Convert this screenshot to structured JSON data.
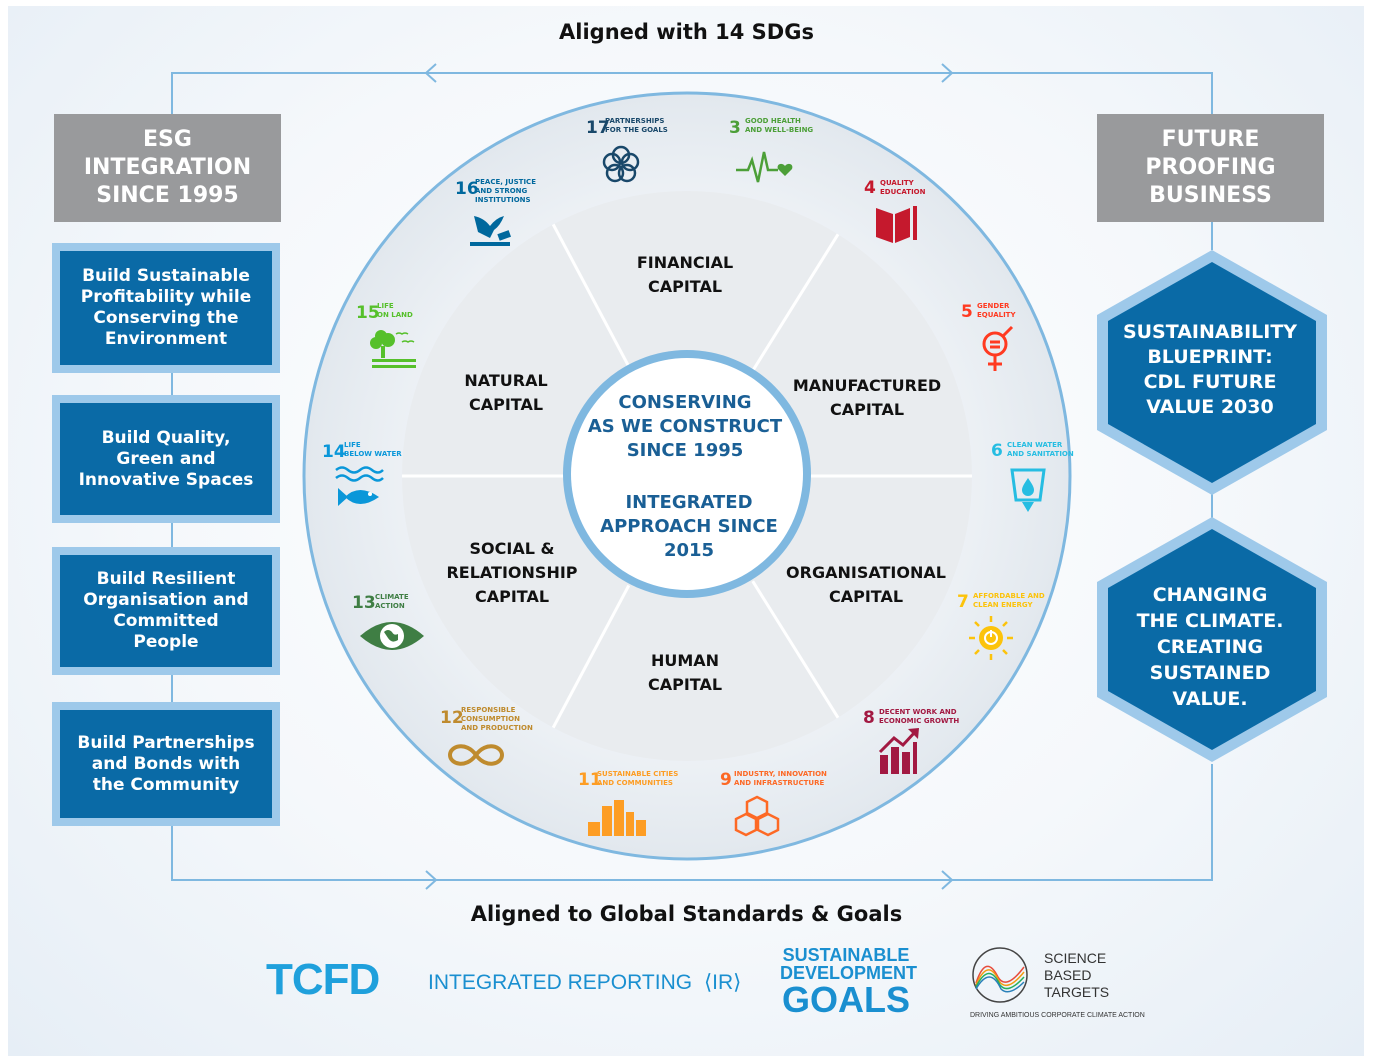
{
  "top_heading": "Aligned with 14 SDGs",
  "bottom_heading": "Aligned to Global Standards & Goals",
  "left_header": "ESG\nINTEGRATION\nSINCE 1995",
  "right_header": "FUTURE\nPROOFING\nBUSINESS",
  "left_boxes": [
    "Build Sustainable\nProfitability while\nConserving the\nEnvironment",
    "Build Quality,\nGreen and\nInnovative Spaces",
    "Build Resilient\nOrganisation and\nCommitted\nPeople",
    "Build Partnerships\nand Bonds with\nthe Community"
  ],
  "right_hexagons": [
    "SUSTAINABILITY\nBLUEPRINT:\nCDL FUTURE\nVALUE 2030",
    "CHANGING\nTHE CLIMATE.\nCREATING\nSUSTAINED\nVALUE."
  ],
  "center": {
    "line1": "CONSERVING",
    "line2": "AS WE CONSTRUCT",
    "line3": "SINCE 1995",
    "line4": "INTEGRATED",
    "line5": "APPROACH SINCE",
    "line6": "2015"
  },
  "capitals": [
    {
      "l1": "FINANCIAL",
      "l2": "CAPITAL"
    },
    {
      "l1": "MANUFACTURED",
      "l2": "CAPITAL"
    },
    {
      "l1": "ORGANISATIONAL",
      "l2": "CAPITAL"
    },
    {
      "l1": "HUMAN",
      "l2": "CAPITAL"
    },
    {
      "l1": "SOCIAL &",
      "l2": "RELATIONSHIP",
      "l3": "CAPITAL"
    },
    {
      "l1": "NATURAL",
      "l2": "CAPITAL"
    }
  ],
  "sdgs": [
    {
      "num": "17",
      "l1": "PARTNERSHIPS",
      "l2": "FOR THE GOALS",
      "color": "#19486a",
      "icon": "flower-icon"
    },
    {
      "num": "3",
      "l1": "GOOD HEALTH",
      "l2": "AND WELL-BEING",
      "color": "#4c9f38",
      "icon": "heartbeat-icon"
    },
    {
      "num": "4",
      "l1": "QUALITY",
      "l2": "EDUCATION",
      "color": "#c5192d",
      "icon": "book-icon"
    },
    {
      "num": "5",
      "l1": "GENDER",
      "l2": "EQUALITY",
      "color": "#ff3a21",
      "icon": "gender-equality-icon"
    },
    {
      "num": "6",
      "l1": "CLEAN WATER",
      "l2": "AND SANITATION",
      "color": "#26bde2",
      "icon": "water-glass-icon"
    },
    {
      "num": "7",
      "l1": "AFFORDABLE AND",
      "l2": "CLEAN ENERGY",
      "color": "#fcc30b",
      "icon": "sun-power-icon"
    },
    {
      "num": "8",
      "l1": "DECENT WORK AND",
      "l2": "ECONOMIC GROWTH",
      "color": "#a21942",
      "icon": "growth-chart-icon"
    },
    {
      "num": "9",
      "l1": "INDUSTRY, INNOVATION",
      "l2": "AND INFRASTRUCTURE",
      "color": "#fd6925",
      "icon": "cubes-icon"
    },
    {
      "num": "11",
      "l1": "SUSTAINABLE CITIES",
      "l2": "AND COMMUNITIES",
      "color": "#fd9d24",
      "icon": "city-icon"
    },
    {
      "num": "12",
      "l1": "RESPONSIBLE",
      "l2": "CONSUMPTION",
      "l3": "AND PRODUCTION",
      "color": "#bf8b2e",
      "icon": "infinity-icon"
    },
    {
      "num": "13",
      "l1": "CLIMATE",
      "l2": "ACTION",
      "color": "#3f7e44",
      "icon": "earth-eye-icon"
    },
    {
      "num": "14",
      "l1": "LIFE",
      "l2": "BELOW WATER",
      "color": "#0a97d9",
      "icon": "fish-icon"
    },
    {
      "num": "15",
      "l1": "LIFE",
      "l2": "ON LAND",
      "color": "#56c02b",
      "icon": "tree-icon"
    },
    {
      "num": "16",
      "l1": "PEACE, JUSTICE",
      "l2": "AND STRONG",
      "l3": "INSTITUTIONS",
      "color": "#00689d",
      "icon": "dove-gavel-icon"
    }
  ],
  "logos": {
    "tcfd": "TCFD",
    "ir_text": "INTEGRATED REPORTING",
    "ir_mark": "IR",
    "sdg_l1": "SUSTAINABLE",
    "sdg_l2": "DEVELOPMENT",
    "sdg_l3": "GOALS",
    "sbt_l1": "SCIENCE",
    "sbt_l2": "BASED",
    "sbt_l3": "TARGETS",
    "sbt_tag": "DRIVING AMBITIOUS CORPORATE CLIMATE ACTION"
  },
  "colors": {
    "grey": "#999a9c",
    "blue_dark": "#0a6aa6",
    "blue_light": "#9ec9ea",
    "connector": "#7fb8e0"
  }
}
